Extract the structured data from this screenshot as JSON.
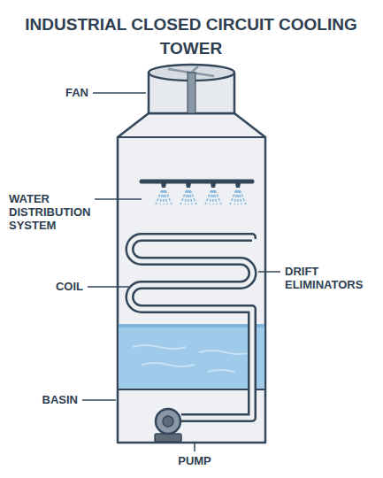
{
  "diagram": {
    "title": "INDUSTRIAL CLOSED CIRCUIT COOLING TOWER",
    "labels": [
      "FAN",
      "WATER DISTRIBUTION SYSTEM",
      "COIL",
      "DRIFT ELIMINATORS",
      "BASIN",
      "PUMP"
    ]
  }
}
